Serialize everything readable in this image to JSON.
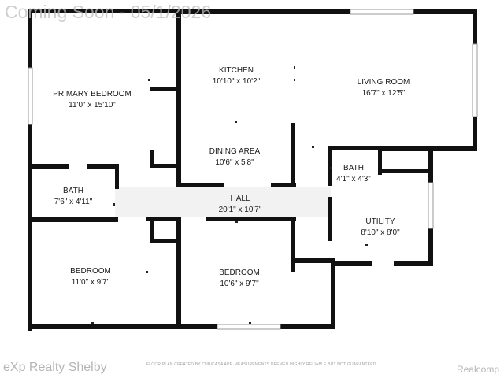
{
  "watermark": "Coming Soon - 05/1/2026",
  "brand_left": "eXp Realty Shelby",
  "brand_right": "Realcomp",
  "disclaimer": "FLOOR PLAN CREATED BY CUBICASA APP. MEASUREMENTS DEEMED HIGHLY RELIABLE BUT NOT GUARANTEED.",
  "rooms": {
    "kitchen": {
      "name": "KITCHEN",
      "dim": "10'10\" x 10'2\""
    },
    "living_room": {
      "name": "LIVING ROOM",
      "dim": "16'7\" x 12'5\""
    },
    "primary_bedroom": {
      "name": "PRIMARY BEDROOM",
      "dim": "11'0\" x 15'10\""
    },
    "dining_area": {
      "name": "DINING AREA",
      "dim": "10'6\" x 5'8\""
    },
    "bath_small": {
      "name": "BATH",
      "dim": "4'1\" x 4'3\""
    },
    "bath_main": {
      "name": "BATH",
      "dim": "7'6\" x 4'11\""
    },
    "hall": {
      "name": "HALL",
      "dim": "20'1\" x 10'7\""
    },
    "utility": {
      "name": "UTILITY",
      "dim": "8'10\" x 8'0\""
    },
    "bedroom_left": {
      "name": "BEDROOM",
      "dim": "11'0\" x 9'7\""
    },
    "bedroom_mid": {
      "name": "BEDROOM",
      "dim": "10'6\" x 9'7\""
    }
  }
}
